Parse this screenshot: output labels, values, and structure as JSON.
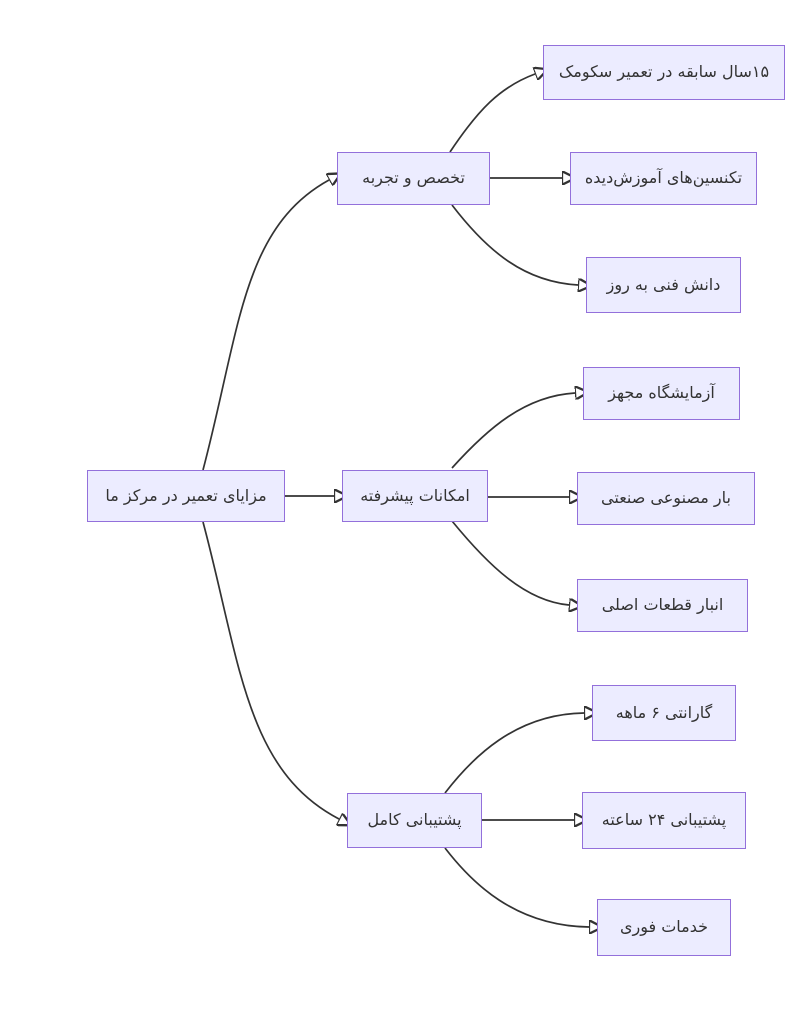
{
  "diagram": {
    "type": "flowchart",
    "direction": "left-to-right",
    "colors": {
      "background": "#ffffff",
      "node_fill": "#ECECFF",
      "node_border": "#9370DB",
      "edge_stroke": "#333333",
      "text": "#333333"
    },
    "nodes": {
      "root": {
        "label": "مزایای تعمیر در مرکز ما"
      },
      "expertise": {
        "label": "تخصص و تجربه"
      },
      "experience15": {
        "label": "۱۵سال سابقه در تعمیر سکومک"
      },
      "technicians": {
        "label": "تکنسین‌های آموزش‌دیده"
      },
      "knowledge": {
        "label": "دانش فنی به روز"
      },
      "facilities": {
        "label": "امکانات پیشرفته"
      },
      "lab": {
        "label": "آزمایشگاه مجهز"
      },
      "artificial_load": {
        "label": "بار مصنوعی صنعتی"
      },
      "warehouse": {
        "label": "انبار قطعات اصلی"
      },
      "support": {
        "label": "پشتیبانی کامل"
      },
      "warranty": {
        "label": "گارانتی ۶ ماهه"
      },
      "support24h": {
        "label": "پشتیبانی ۲۴ ساعته"
      },
      "urgent": {
        "label": "خدمات فوری"
      }
    },
    "edges": [
      {
        "from": "root",
        "to": "expertise"
      },
      {
        "from": "root",
        "to": "facilities"
      },
      {
        "from": "root",
        "to": "support"
      },
      {
        "from": "expertise",
        "to": "experience15"
      },
      {
        "from": "expertise",
        "to": "technicians"
      },
      {
        "from": "expertise",
        "to": "knowledge"
      },
      {
        "from": "facilities",
        "to": "lab"
      },
      {
        "from": "facilities",
        "to": "artificial_load"
      },
      {
        "from": "facilities",
        "to": "warehouse"
      },
      {
        "from": "support",
        "to": "warranty"
      },
      {
        "from": "support",
        "to": "support24h"
      },
      {
        "from": "support",
        "to": "urgent"
      }
    ]
  }
}
